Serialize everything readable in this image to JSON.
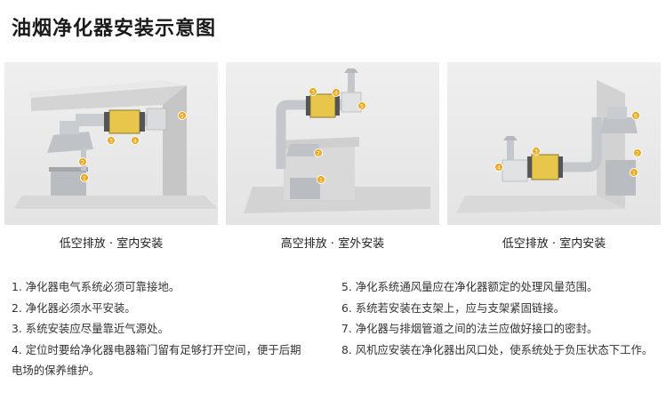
{
  "title": "油烟净化器安装示意图",
  "panels": [
    {
      "caption": "低空排放 · 室内安装"
    },
    {
      "caption": "高空排放 · 室外安装"
    },
    {
      "caption": "低空排放 · 室内安装"
    }
  ],
  "markers": {
    "p1": [
      "1",
      "2",
      "3",
      "4",
      "5"
    ],
    "p2": [
      "1",
      "2",
      "3",
      "4",
      "5"
    ],
    "p3": [
      "1",
      "2",
      "3",
      "4",
      "5"
    ]
  },
  "notes_left": [
    "1. 净化器电气系统必须可靠接地。",
    "2. 净化器必须水平安装。",
    "3. 系统安装应尽量靠近气源处。",
    "4. 定位时要给净化器电器箱门留有足够打开空间，便于后期电场的保养维护。"
  ],
  "notes_right": [
    "5. 净化系统通风量应在净化器额定的处理风量范围。",
    "6. 系统若安装在支架上，应与支架紧固链接。",
    "7. 净化器与排烟管道之间的法兰应做好接口的密封。",
    "8. 风机应安装在净化器出风口处，使系统处于负压状态下工作。"
  ],
  "colors": {
    "marker": "#f0a81c",
    "unit": "#e6c84a",
    "duct": "#c4c7cc",
    "wall": "#d9d9d9"
  }
}
